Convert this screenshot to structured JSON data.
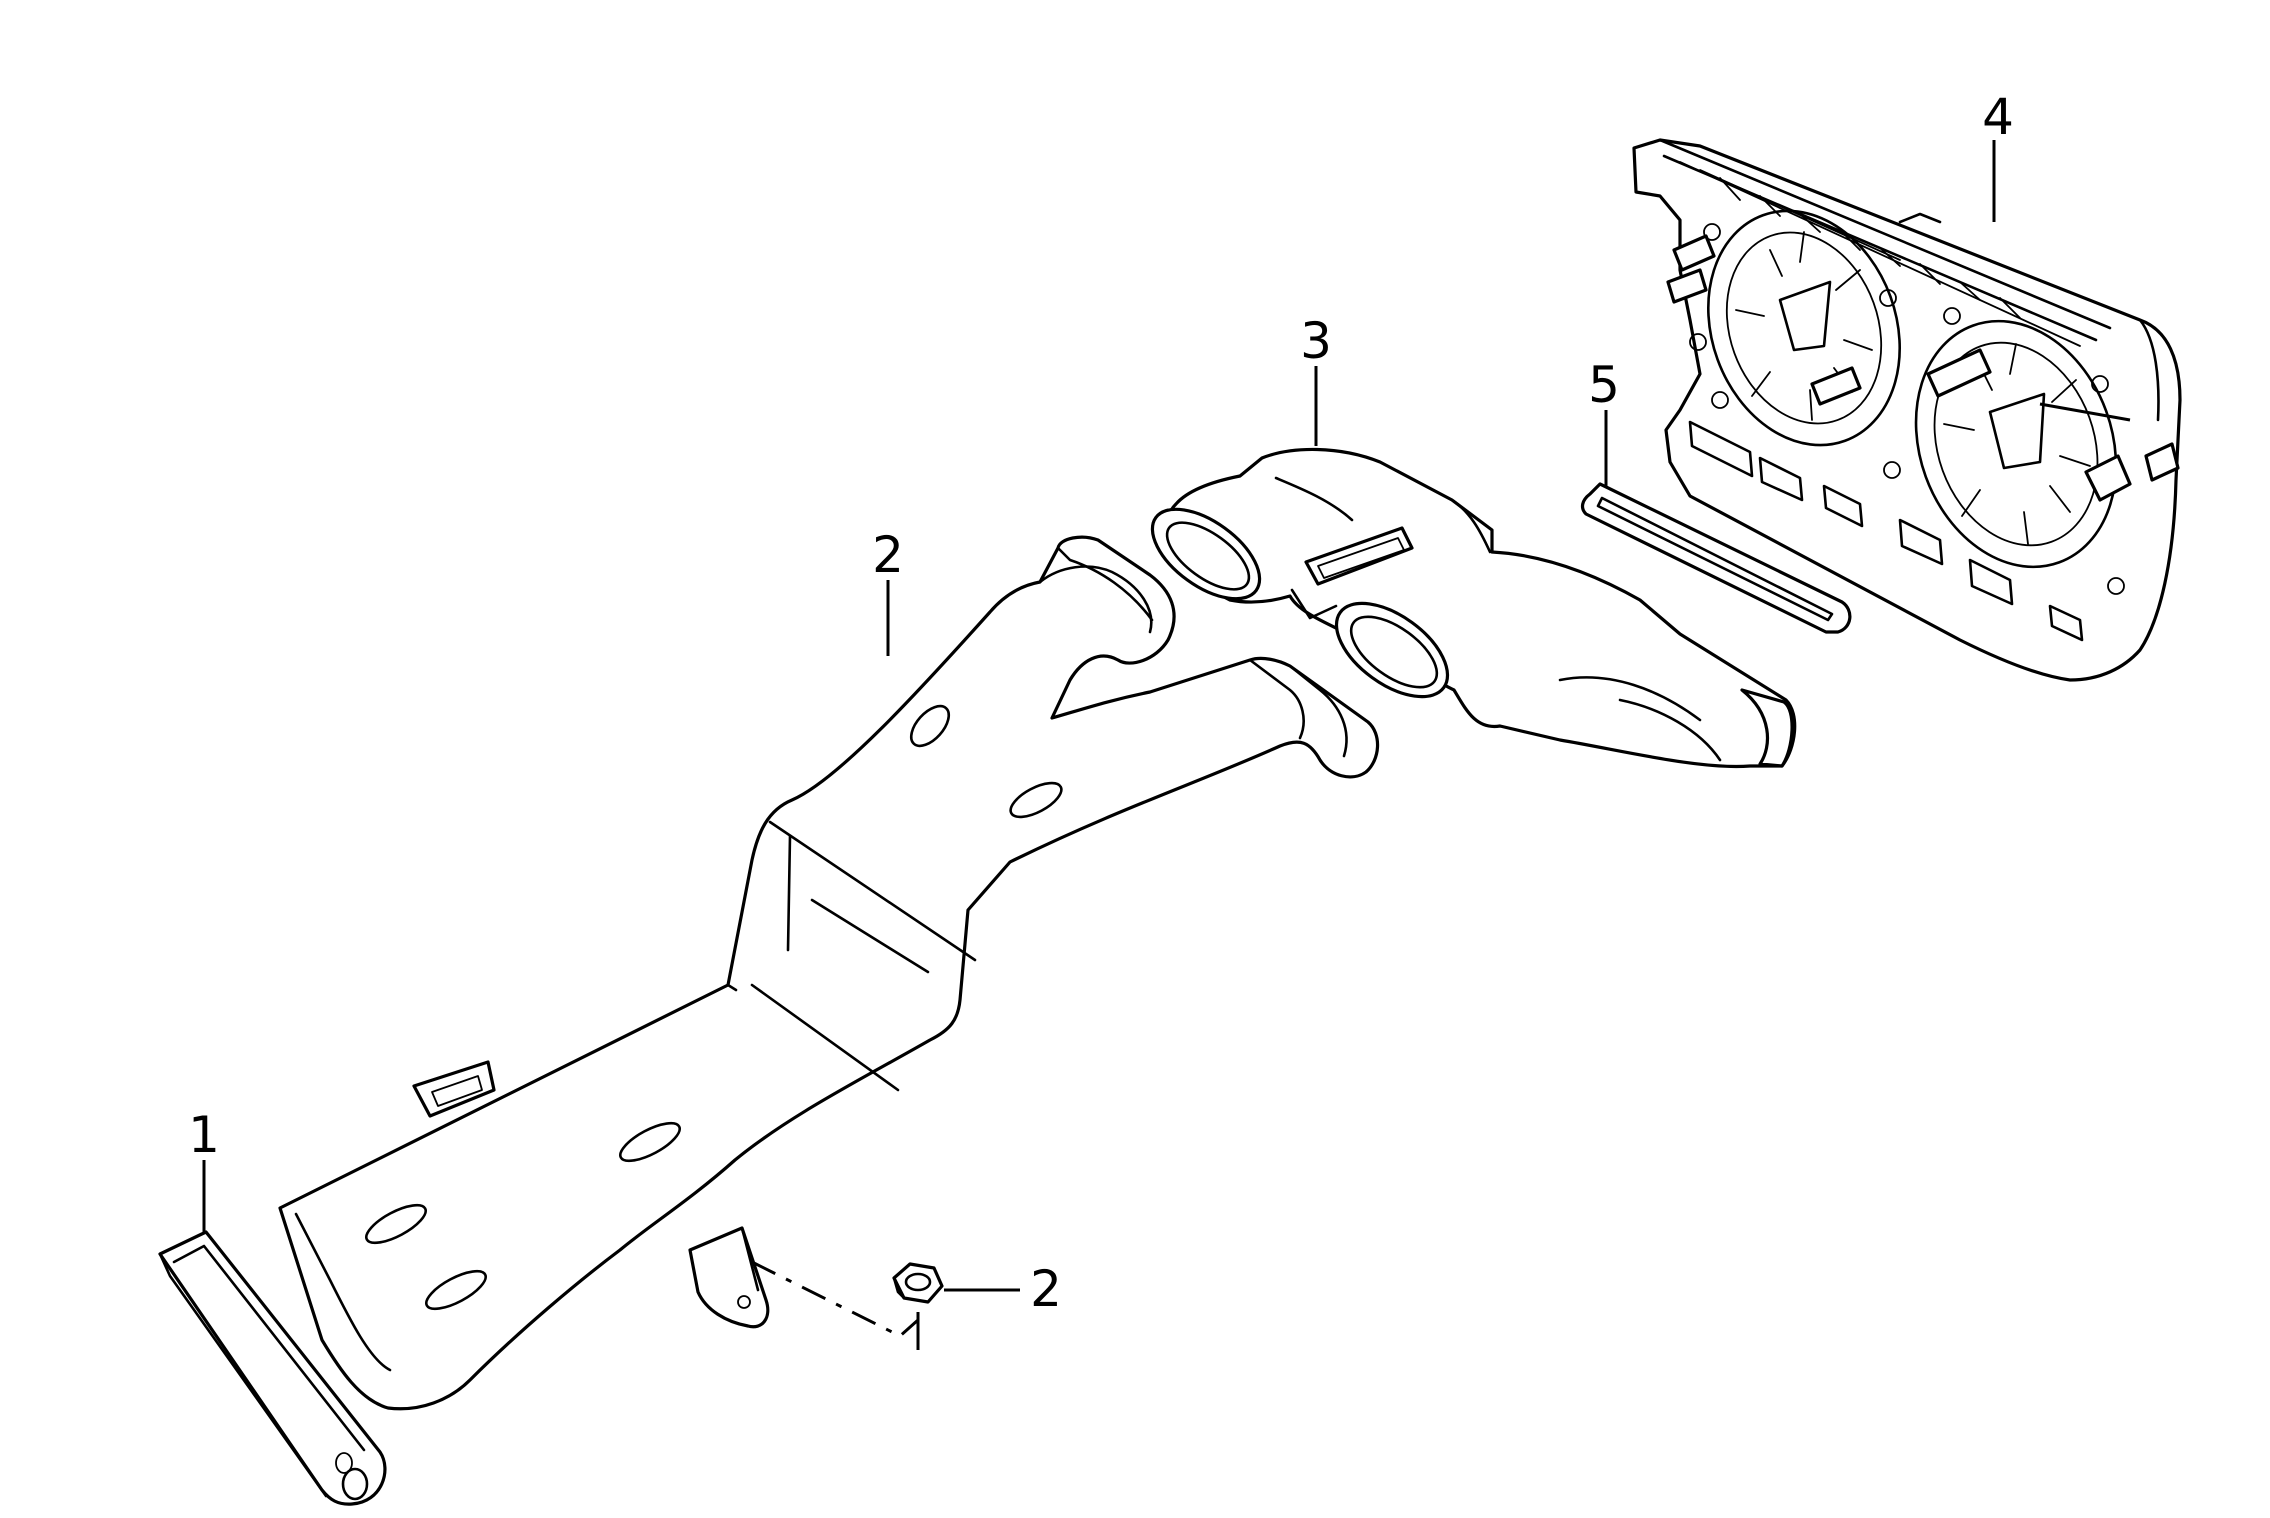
{
  "callouts": [
    {
      "id": "1",
      "label": "1"
    },
    {
      "id": "2a",
      "label": "2"
    },
    {
      "id": "2b",
      "label": "2"
    },
    {
      "id": "3",
      "label": "3"
    },
    {
      "id": "4",
      "label": "4"
    },
    {
      "id": "5",
      "label": "5"
    }
  ]
}
